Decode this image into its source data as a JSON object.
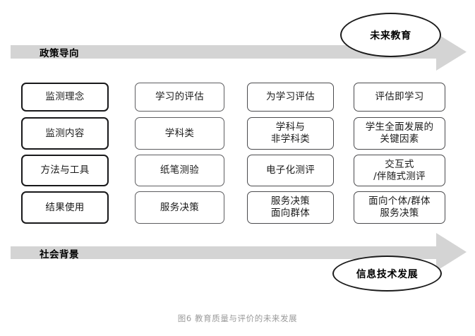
{
  "figure": {
    "caption": "图6 教育质量与评价的未来发展"
  },
  "bands": {
    "top": {
      "label": "政策导向",
      "fill": "#d4d4d4",
      "direction": "right"
    },
    "bottom": {
      "label": "社会背景",
      "fill": "#d4d4d4",
      "direction": "right"
    }
  },
  "ellipses": {
    "top_right": {
      "label": "未来教育",
      "stroke": "#1b1b1b",
      "fill": "#ffffff"
    },
    "bottom_right": {
      "label": "信息技术发展",
      "stroke": "#1b1b1b",
      "fill": "#ffffff"
    }
  },
  "matrix": {
    "row_names": [
      "监测理念",
      "监测内容",
      "方法与工具",
      "结果使用"
    ],
    "columns": [
      {
        "index": 0,
        "emphasis": "strong",
        "border": "#18181a",
        "cells": [
          "监测理念",
          "监测内容",
          "方法与工具",
          "结果使用"
        ]
      },
      {
        "index": 1,
        "emphasis": "light",
        "border": "#5d5d60",
        "cells": [
          "学习的评估",
          "学科类",
          "纸笔测验",
          "服务决策"
        ]
      },
      {
        "index": 2,
        "emphasis": "medium",
        "border": "#4a4a4d",
        "cells": [
          "为学习评估",
          "学科与\n非学科类",
          "电子化测评",
          "服务决策\n面向群体"
        ]
      },
      {
        "index": 3,
        "emphasis": "medium",
        "border": "#4a4a4d",
        "cells": [
          "评估即学习",
          "学生全面发展的\n关键因素",
          "交互式\n/伴随式测评",
          "面向个体/群体\n服务决策"
        ]
      }
    ]
  }
}
